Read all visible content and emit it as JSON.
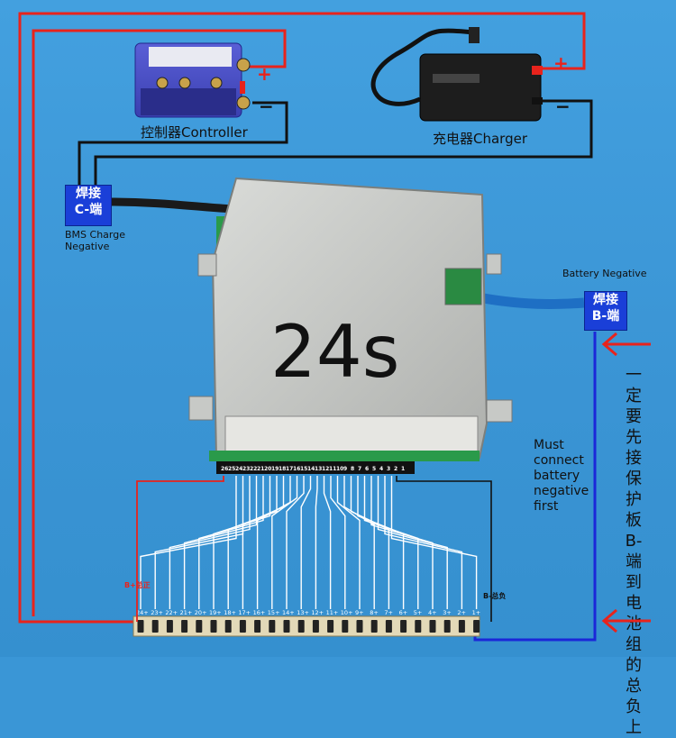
{
  "labels": {
    "controller": "控制器Controller",
    "charger": "充电器Charger",
    "plus": "+",
    "minus": "−",
    "bms_charge_line1": "BMS Charge",
    "bms_charge_line2": "Negative",
    "battery_negative": "Battery Negative",
    "cell_count": "24s"
  },
  "tags": {
    "c_line1": "焊接",
    "c_line2": "C-端",
    "b_line1": "焊接",
    "b_line2": "B-端"
  },
  "note": {
    "line1": "Must",
    "line2": "connect",
    "line3": "battery",
    "line4": "negative",
    "line5": "first",
    "chinese": "一定要先接保护板B-端到电池组的总负上"
  },
  "header_pins": [
    "26",
    "25",
    "24",
    "23",
    "22",
    "21",
    "20",
    "19",
    "18",
    "17",
    "16",
    "15",
    "14",
    "13",
    "12",
    "11",
    "10",
    "9",
    "8",
    "7",
    "6",
    "5",
    "4",
    "3",
    "2",
    "1"
  ],
  "terminals": [
    "24+",
    "23+",
    "22+",
    "21+",
    "20+",
    "19+",
    "18+",
    "17+",
    "16+",
    "15+",
    "14+",
    "13+",
    "12+",
    "11+",
    "10+",
    "9+",
    "8+",
    "7+",
    "6+",
    "5+",
    "4+",
    "3+",
    "2+",
    "1+"
  ],
  "b_plus_label": "B+总正",
  "b_minus_label": "B-总负",
  "colors": {
    "positive": "#e8231c",
    "battery_negative": "#1b27d8",
    "tag": "#1a3fd8",
    "background": "#3a96d6"
  }
}
